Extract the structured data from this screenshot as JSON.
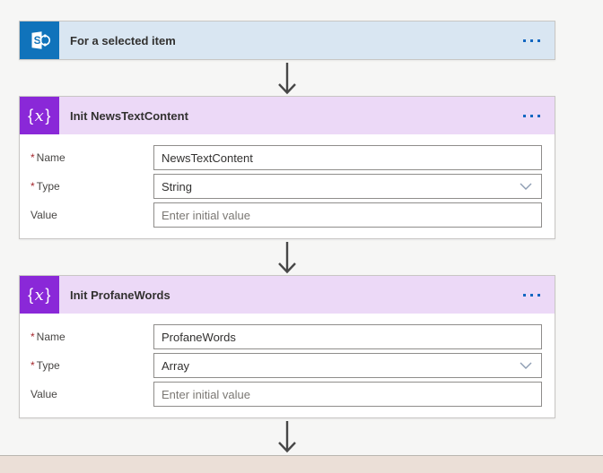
{
  "colors": {
    "canvas_bg": "#f6f6f5",
    "card_border": "#c8c6c4",
    "trigger_bg": "#d9e6f2",
    "sharepoint_blue": "#1073bb",
    "action_header_bg": "#ecd9f7",
    "variable_purple": "#8a28d8",
    "ellipsis_blue": "#1267c1",
    "arrow_gray": "#474747",
    "required_red": "#a4262c",
    "next_card_bg": "#ebdfd7"
  },
  "trigger": {
    "title": "For a selected item",
    "icon": "sharepoint-icon",
    "icon_letter": "S",
    "menu_icon": "ellipsis-icon"
  },
  "variable_icon_glyph": {
    "open": "{",
    "x": "x",
    "close": "}"
  },
  "required_mark": "*",
  "actions": [
    {
      "title": "Init NewsTextContent",
      "icon": "variable-icon",
      "menu_icon": "ellipsis-icon",
      "fields": [
        {
          "label": "Name",
          "required": true,
          "control": "text-input",
          "value": "NewsTextContent",
          "placeholder": ""
        },
        {
          "label": "Type",
          "required": true,
          "control": "dropdown",
          "value": "String"
        },
        {
          "label": "Value",
          "required": false,
          "control": "text-input",
          "value": "",
          "placeholder": "Enter initial value"
        }
      ]
    },
    {
      "title": "Init ProfaneWords",
      "icon": "variable-icon",
      "menu_icon": "ellipsis-icon",
      "fields": [
        {
          "label": "Name",
          "required": true,
          "control": "text-input",
          "value": "ProfaneWords",
          "placeholder": ""
        },
        {
          "label": "Type",
          "required": true,
          "control": "dropdown",
          "value": "Array"
        },
        {
          "label": "Value",
          "required": false,
          "control": "text-input",
          "value": "",
          "placeholder": "Enter initial value"
        }
      ]
    }
  ],
  "connectors": {
    "arrow_icon": "arrow-down-icon"
  }
}
